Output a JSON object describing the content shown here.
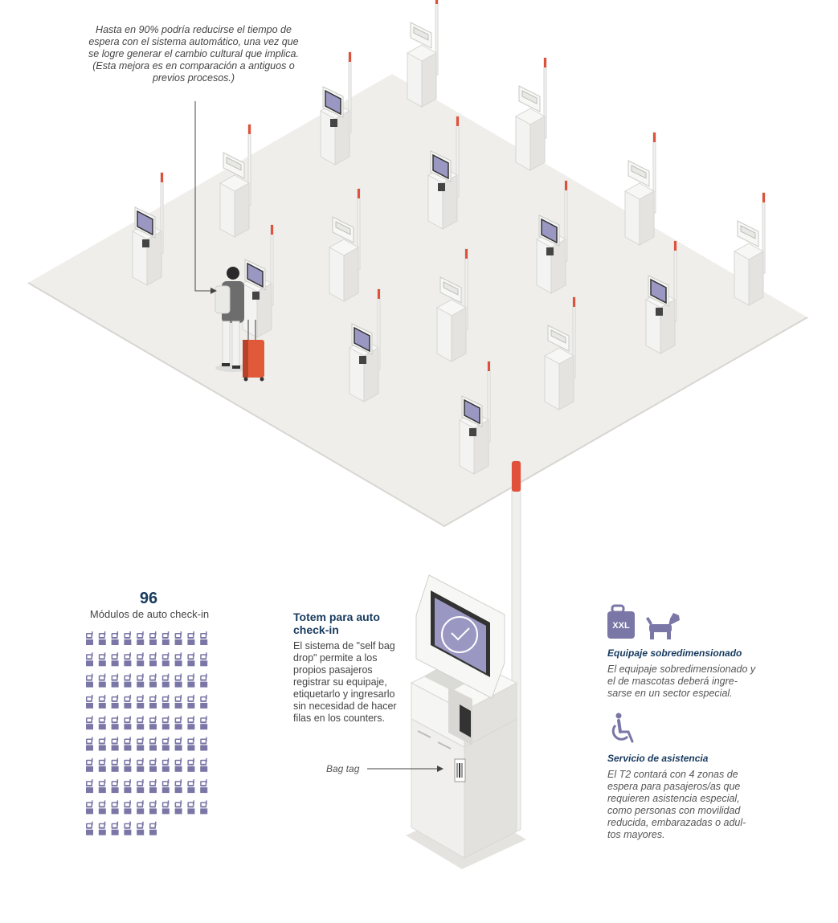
{
  "callout": {
    "text": "Hasta en 90% podría reducirse el tiempo de espera con el sistema automático, una vez que se logre generar el cambio cultural que implica.(Esta mejora es en comparación a antiguos o previos procesos.)"
  },
  "modules": {
    "count": "96",
    "label": "Módulos de auto check-in",
    "icon_count": 96,
    "per_row": 10
  },
  "totem": {
    "title": "Totem para auto check-in",
    "description": "El sistema de \"self bag drop\" permite a los propios pasajeros registrar su equipaje, etiquetarlo y ingresarlo sin necesidad de hacer filas en los counters.",
    "bag_tag_label": "Bag tag"
  },
  "features": [
    {
      "icon": "luggage-icon",
      "icon_text": "XXL",
      "secondary_icon": "dog-icon",
      "title": "Equipaje sobredimensionado",
      "body": "El equipaje sobredimensionado y el de mascotas deberá ingre-sarse en un sector especial."
    },
    {
      "icon": "wheelchair-icon",
      "title": "Servicio de asistencia",
      "body": "El T2 contará con 4 zonas de espera para pasajeros/as que requieren asistencia especial, como personas con movilidad reducida, embarazadas o adul-tos mayores."
    }
  ],
  "colors": {
    "navy": "#173a5e",
    "icon_purple": "#7a76a6",
    "screen": "#9a98c2",
    "floor": "#f0efec",
    "pole_tip": "#e0503a",
    "suitcase": "#e05a3a"
  }
}
